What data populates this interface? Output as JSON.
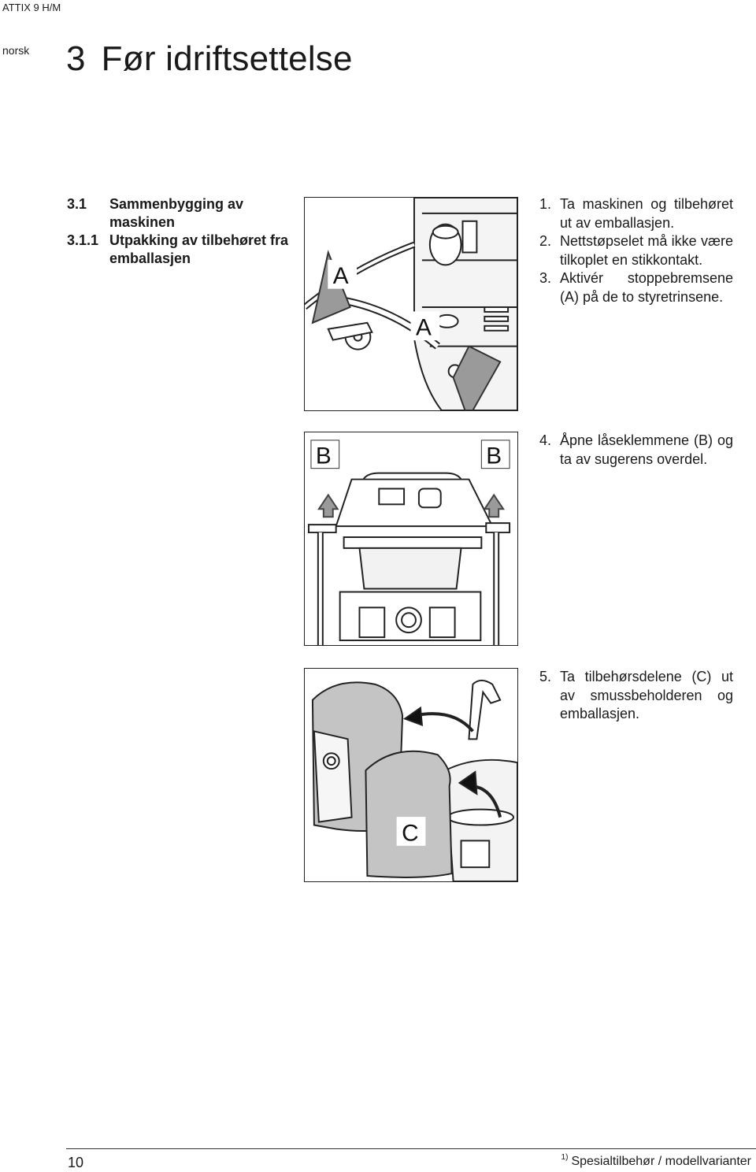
{
  "header": {
    "model": "ATTIX 9 H/M",
    "language": "norsk"
  },
  "chapter": {
    "number": "3",
    "title": "Før idriftsettelse"
  },
  "sections": [
    {
      "number": "3.1",
      "title": "Sammenbygging av maskinen"
    },
    {
      "number": "3.1.1",
      "title": "Utpakking av tilbehøret fra emballasjen"
    }
  ],
  "figures": [
    {
      "labels": [
        "A",
        "A"
      ]
    },
    {
      "labels": [
        "B",
        "B"
      ]
    },
    {
      "labels": [
        "C"
      ]
    }
  ],
  "steps": [
    {
      "number": "1.",
      "text": "Ta maskinen og tilbehøret ut av emballasjen."
    },
    {
      "number": "2.",
      "text": "Nettstøpselet må ikke være tilkoplet en stikkontakt."
    },
    {
      "number": "3.",
      "text": "Aktivér stoppebremsene (A) på de to styretrinsene."
    },
    {
      "number": "4.",
      "text": "Åpne låseklemmene (B) og ta av sugerens overdel."
    },
    {
      "number": "5.",
      "text": "Ta tilbehørsdelene (C) ut av smussbeholderen og emballasjen."
    }
  ],
  "footer": {
    "page_number": "10",
    "footnote_marker": "1)",
    "footnote_text": "Spesialtilbehør / modellvarianter"
  }
}
